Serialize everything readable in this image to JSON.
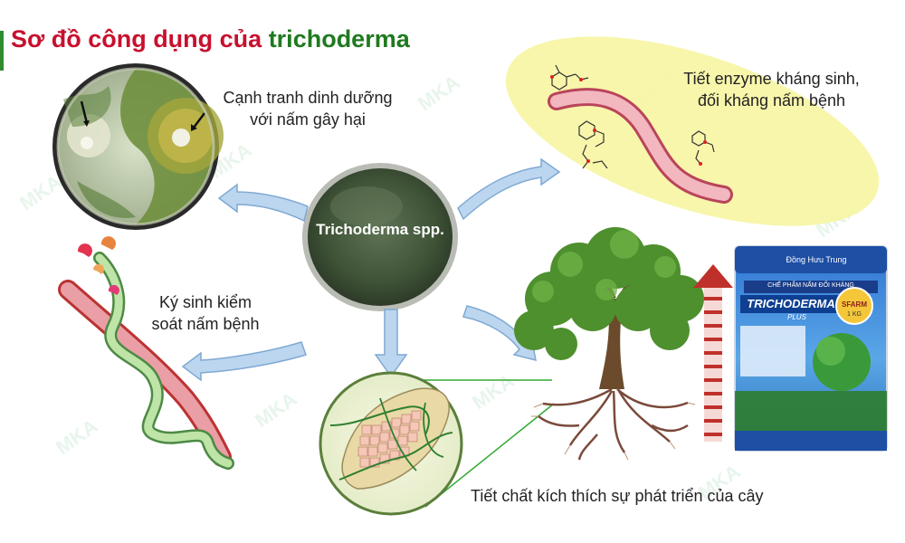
{
  "title": {
    "part1": "Sơ đồ công dụng của ",
    "part2": "trichoderma"
  },
  "center": {
    "label": "Trichoderma spp."
  },
  "labels": {
    "competition_line1": "Cạnh tranh dinh dưỡng",
    "competition_line2": "với nấm gây hại",
    "enzyme_line1": "Tiết enzyme kháng sinh,",
    "enzyme_line2": "đối kháng nấm bệnh",
    "parasite_line1": "Ký sinh kiểm",
    "parasite_line2": "soát nấm bệnh",
    "growth": "Tiết chất kích thích sự phát triển của cây"
  },
  "product": {
    "brand": "Đồng Hưu Trung",
    "subtitle": "CHẾ PHẨM NẤM ĐỐI KHÁNG",
    "name": "TRICHODERMA",
    "variant": "PLUS",
    "badge": "SFARM",
    "weight": "1 KG"
  },
  "watermark": "MKA",
  "colors": {
    "title_red": "#c8102e",
    "title_green": "#1f7a1f",
    "arrow_fill": "#bcd6ef",
    "arrow_stroke": "#7fa9d3",
    "enzyme_bg": "#f7f5a6",
    "growth_arrow": "#c0302a"
  }
}
